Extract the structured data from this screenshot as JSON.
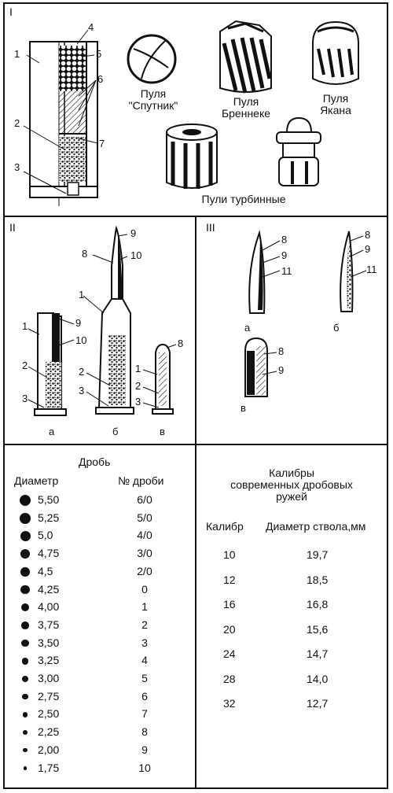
{
  "panel1": {
    "roman": "I",
    "labels": [
      "1",
      "2",
      "3",
      "4",
      "5",
      "6",
      "7"
    ],
    "captions": {
      "sputnik_line1": "Пуля",
      "sputnik_line2": "\"Спутник\"",
      "brenneke_line1": "Пуля",
      "brenneke_line2": "Бреннеке",
      "yakan_line1": "Пуля",
      "yakan_line2": "Якана",
      "turbine": "Пули турбинные"
    }
  },
  "panel2": {
    "roman": "II",
    "labels": [
      "1",
      "2",
      "3",
      "9",
      "10",
      "8",
      "1",
      "2",
      "3",
      "9",
      "10",
      "8",
      "1",
      "2",
      "3"
    ],
    "sub": [
      "а",
      "б",
      "в"
    ]
  },
  "panel3": {
    "roman": "III",
    "labels": [
      "8",
      "9",
      "11",
      "8",
      "9",
      "11",
      "8",
      "9"
    ],
    "sub": [
      "а",
      "б",
      "в"
    ]
  },
  "shot": {
    "title": "Дробь",
    "col_diameter": "Диаметр",
    "col_number": "№ дроби",
    "rows": [
      {
        "d": "5,50",
        "n": "6/0"
      },
      {
        "d": "5,25",
        "n": "5/0"
      },
      {
        "d": "5,0",
        "n": "4/0"
      },
      {
        "d": "4,75",
        "n": "3/0"
      },
      {
        "d": "4,5",
        "n": "2/0"
      },
      {
        "d": "4,25",
        "n": "0"
      },
      {
        "d": "4,00",
        "n": "1"
      },
      {
        "d": "3,75",
        "n": "2"
      },
      {
        "d": "3,50",
        "n": "3"
      },
      {
        "d": "3,25",
        "n": "4"
      },
      {
        "d": "3,00",
        "n": "5"
      },
      {
        "d": "2,75",
        "n": "6"
      },
      {
        "d": "2,50",
        "n": "7"
      },
      {
        "d": "2,25",
        "n": "8"
      },
      {
        "d": "2,00",
        "n": "9"
      },
      {
        "d": "1,75",
        "n": "10"
      }
    ]
  },
  "calibers": {
    "title_line1": "Калибры",
    "title_line2": "современных дробовых",
    "title_line3": "ружей",
    "col_caliber": "Калибр",
    "col_bore": "Диаметр ствола,мм",
    "rows": [
      {
        "c": "10",
        "b": "19,7"
      },
      {
        "c": "12",
        "b": "18,5"
      },
      {
        "c": "16",
        "b": "16,8"
      },
      {
        "c": "20",
        "b": "15,6"
      },
      {
        "c": "24",
        "b": "14,7"
      },
      {
        "c": "28",
        "b": "14,0"
      },
      {
        "c": "32",
        "b": "12,7"
      }
    ]
  }
}
